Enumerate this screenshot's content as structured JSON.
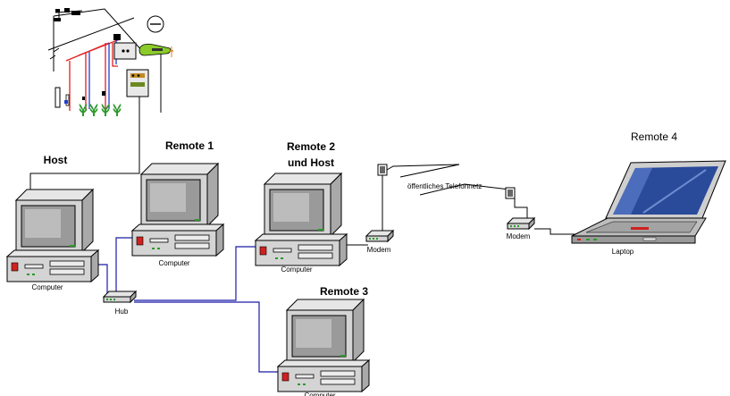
{
  "labels": {
    "host": "Host",
    "remote1": "Remote 1",
    "remote2_line1": "Remote 2",
    "remote2_line2": "und Host",
    "remote3": "Remote 3",
    "remote4": "Remote 4",
    "computer": "Computer",
    "hub": "Hub",
    "modem": "Modem",
    "laptop": "Laptop",
    "phone_network": "öffentliches Telefonnetz"
  },
  "colors": {
    "network_wire": "#1a1aa8",
    "power_red": "#e02020",
    "power_blue": "#2040d0",
    "plant_green": "#2f9a2f",
    "disk_red": "#d02020",
    "laptop_screen": "#2a4a9a"
  }
}
